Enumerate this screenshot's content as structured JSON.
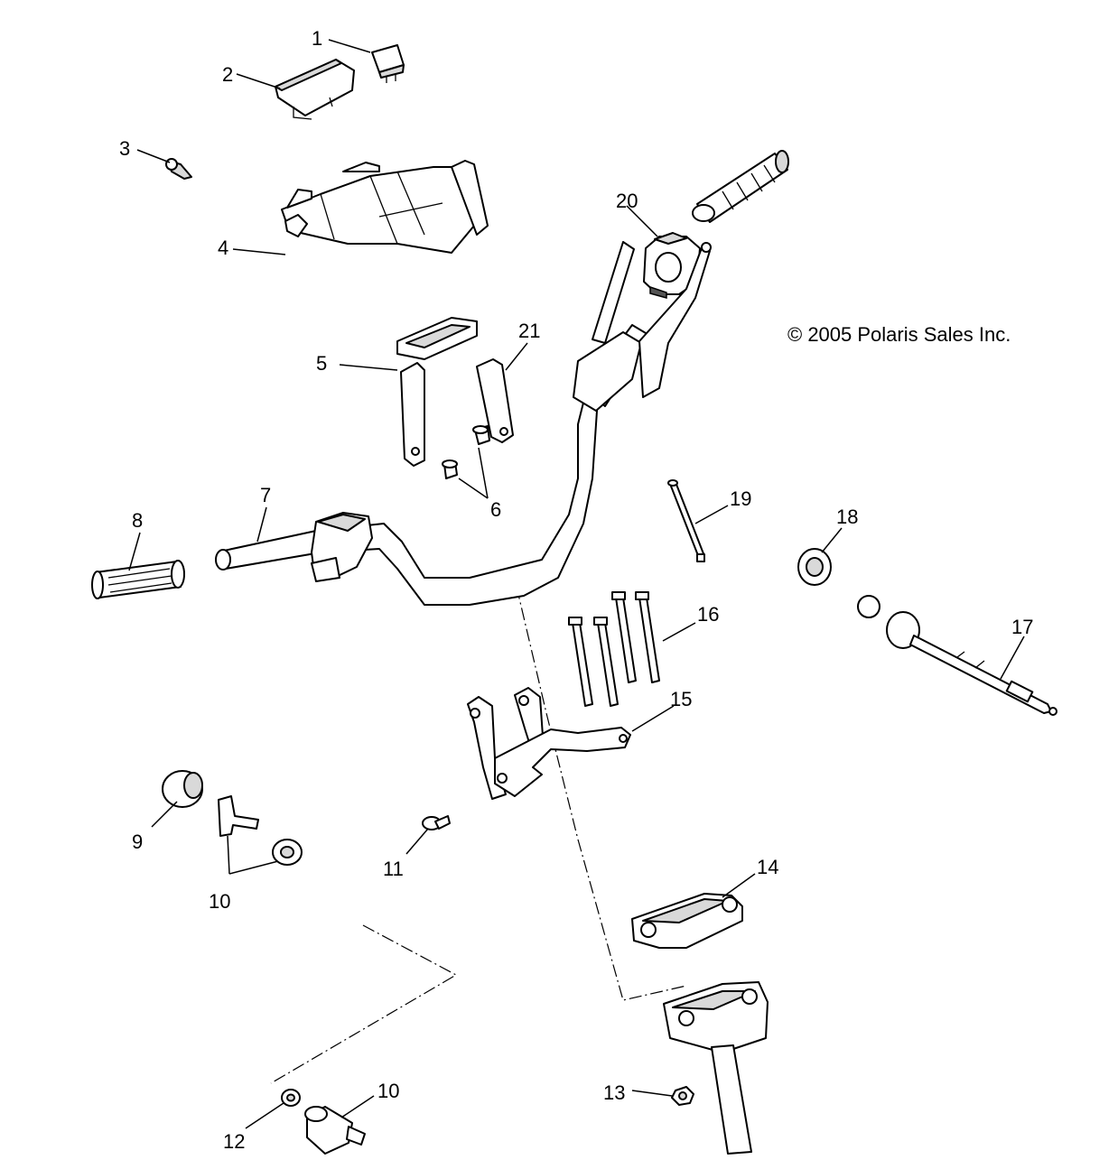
{
  "copyright": "© 2005 Polaris Sales Inc.",
  "callouts": {
    "c1": "1",
    "c2": "2",
    "c3": "3",
    "c4": "4",
    "c5": "5",
    "c6": "6",
    "c7": "7",
    "c8": "8",
    "c9": "9",
    "c10a": "10",
    "c10b": "10",
    "c11": "11",
    "c12": "12",
    "c13": "13",
    "c14": "14",
    "c15": "15",
    "c16": "16",
    "c17": "17",
    "c18": "18",
    "c19": "19",
    "c20": "20",
    "c21": "21"
  }
}
